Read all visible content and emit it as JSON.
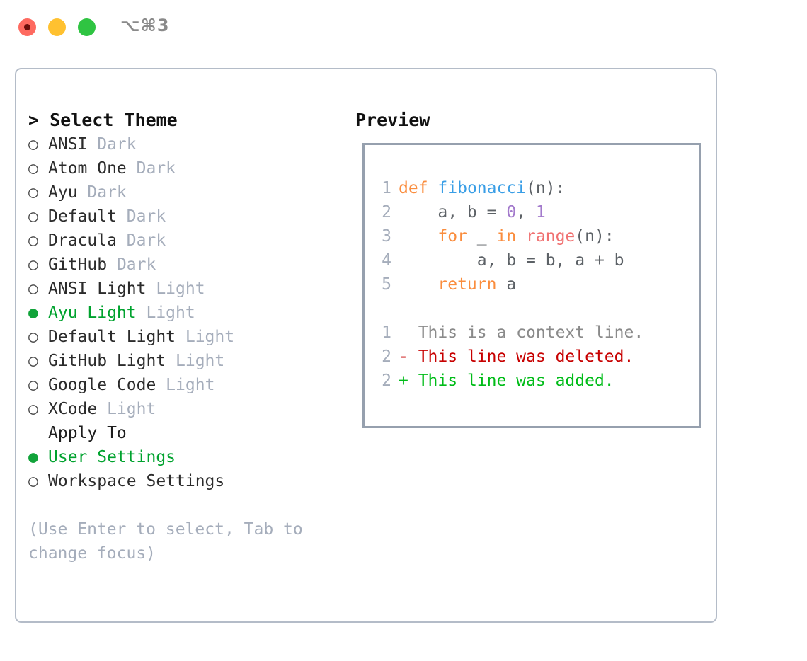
{
  "titlebar": {
    "shortcut": "⌥⌘3",
    "lights": [
      "close",
      "minimize",
      "maximize"
    ]
  },
  "left_panel": {
    "header": "> Select Theme",
    "themes": [
      {
        "marker": "○",
        "name": "ANSI",
        "variant": "Dark",
        "selected": false
      },
      {
        "marker": "○",
        "name": "Atom One",
        "variant": "Dark",
        "selected": false
      },
      {
        "marker": "○",
        "name": "Ayu",
        "variant": "Dark",
        "selected": false
      },
      {
        "marker": "○",
        "name": "Default",
        "variant": "Dark",
        "selected": false
      },
      {
        "marker": "○",
        "name": "Dracula",
        "variant": "Dark",
        "selected": false
      },
      {
        "marker": "○",
        "name": "GitHub",
        "variant": "Dark",
        "selected": false
      },
      {
        "marker": "○",
        "name": "ANSI Light",
        "variant": "Light",
        "selected": false
      },
      {
        "marker": "●",
        "name": "Ayu Light",
        "variant": "Light",
        "selected": true
      },
      {
        "marker": "○",
        "name": "Default Light",
        "variant": "Light",
        "selected": false
      },
      {
        "marker": "○",
        "name": "GitHub Light",
        "variant": "Light",
        "selected": false
      },
      {
        "marker": "○",
        "name": "Google Code",
        "variant": "Light",
        "selected": false
      },
      {
        "marker": "○",
        "name": "XCode",
        "variant": "Light",
        "selected": false
      }
    ],
    "apply_to": {
      "title": "Apply To",
      "options": [
        {
          "marker": "●",
          "name": "User Settings",
          "selected": true
        },
        {
          "marker": "○",
          "name": "Workspace Settings",
          "selected": false
        }
      ]
    },
    "hint": "(Use Enter to select, Tab to change focus)"
  },
  "right_panel": {
    "header": "Preview",
    "code_lines": [
      {
        "number": "1",
        "tokens": [
          {
            "text": "def",
            "class": "kw"
          },
          {
            "text": " ",
            "class": "plain"
          },
          {
            "text": "fibonacci",
            "class": "fn"
          },
          {
            "text": "(n):",
            "class": "plain"
          }
        ]
      },
      {
        "number": "2",
        "tokens": [
          {
            "text": "    a, b = ",
            "class": "plain"
          },
          {
            "text": "0",
            "class": "num"
          },
          {
            "text": ", ",
            "class": "plain"
          },
          {
            "text": "1",
            "class": "num"
          }
        ]
      },
      {
        "number": "3",
        "tokens": [
          {
            "text": "    ",
            "class": "plain"
          },
          {
            "text": "for",
            "class": "kw"
          },
          {
            "text": " _ ",
            "class": "plain"
          },
          {
            "text": "in",
            "class": "kw"
          },
          {
            "text": " ",
            "class": "plain"
          },
          {
            "text": "range",
            "class": "call"
          },
          {
            "text": "(n):",
            "class": "plain"
          }
        ]
      },
      {
        "number": "4",
        "tokens": [
          {
            "text": "        a, b = b, a + b",
            "class": "plain"
          }
        ]
      },
      {
        "number": "5",
        "tokens": [
          {
            "text": "    ",
            "class": "plain"
          },
          {
            "text": "return",
            "class": "kw"
          },
          {
            "text": " a",
            "class": "plain"
          }
        ]
      }
    ],
    "diff_lines": [
      {
        "number": "1",
        "prefix": "  ",
        "text": "This is a context line.",
        "class": "ctx"
      },
      {
        "number": "2",
        "prefix": "- ",
        "text": "This line was deleted.",
        "class": "del"
      },
      {
        "number": "2",
        "prefix": "+ ",
        "text": "This line was added.",
        "class": "add"
      }
    ]
  },
  "colors": {
    "accent_green": "#00a22e",
    "muted": "#a5adbb",
    "keyword": "#fa8d3e",
    "function": "#399ee6",
    "number": "#a37acc",
    "call": "#f07171",
    "diff_add": "#00bc18",
    "diff_del": "#c70000",
    "border": "#b4bcc8",
    "preview_border": "#96a0ae"
  }
}
